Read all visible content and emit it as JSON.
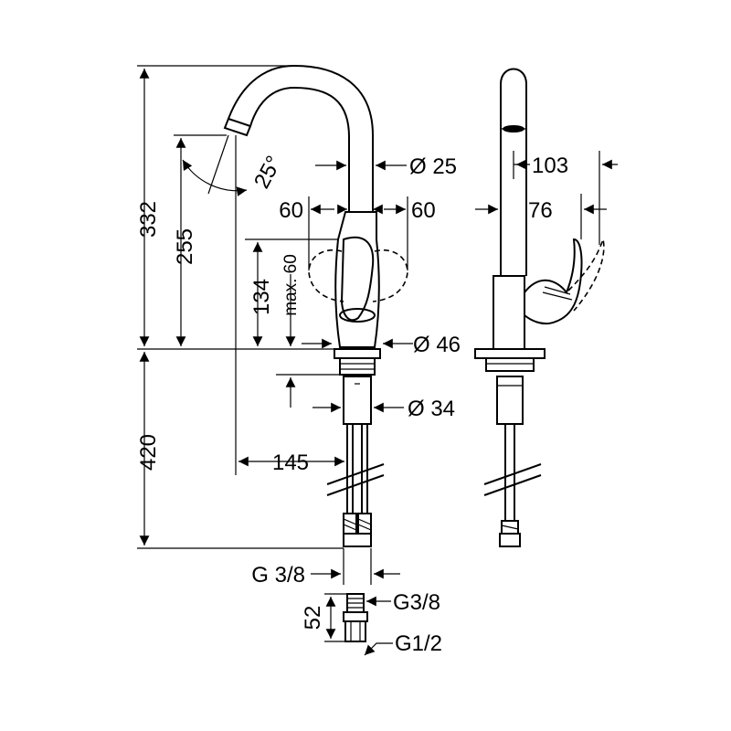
{
  "dimensions": {
    "total_height": "332",
    "spout_height": "255",
    "lever_height": "134",
    "lever_travel": "max. 60",
    "below_deck": "420",
    "reach": "145",
    "swivel_angle": "25°",
    "spout_diameter": "Ø 25",
    "base_diameter": "Ø 46",
    "shank_diameter": "Ø 34",
    "lever_left": "60",
    "lever_right": "60",
    "side_depth": "103",
    "side_lever": "76",
    "connection_thread": "G 3/8",
    "adapter_height": "52",
    "adapter_inlet": "G3/8",
    "adapter_outlet": "G1/2"
  },
  "colors": {
    "line": "#000000",
    "background": "#ffffff"
  }
}
